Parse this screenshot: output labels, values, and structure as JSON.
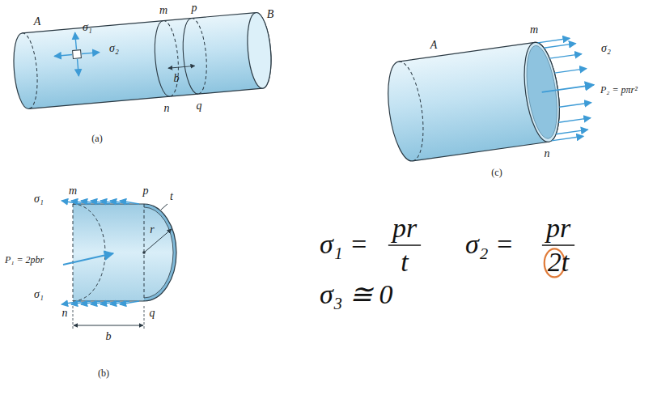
{
  "diagram": {
    "labels": [
      "A",
      "σ₁",
      "σ₂",
      "m",
      "p",
      "B",
      "b",
      "n",
      "q",
      "(a)",
      "A",
      "m",
      "σ₂",
      "P₂ = pπr²",
      "n",
      "(c)",
      "m",
      "p",
      "t",
      "σ₁",
      "r",
      "P₁ = 2pbr",
      "σ₁",
      "n",
      "q",
      "b",
      "(b)",
      "σ₁ =",
      "pr",
      "t",
      "σ₂ =",
      "pr",
      "2t",
      "σ₃ ≅ 0"
    ]
  }
}
